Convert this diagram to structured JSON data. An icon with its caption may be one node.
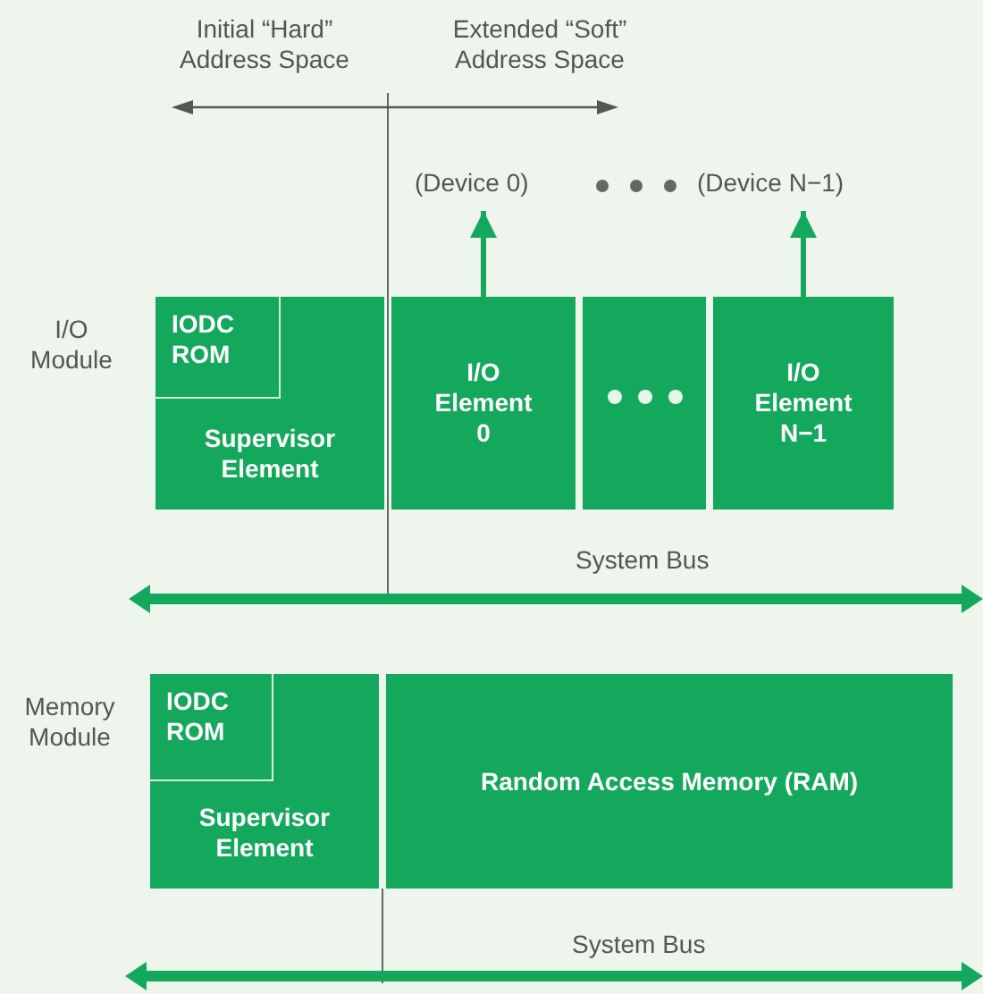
{
  "diagram": {
    "nodes": [
      {
        "text": [
          "Supervisor Element"
        ]
      },
      {
        "text": [
          "IODC ROM"
        ],
        "in": 0
      },
      {
        "text": [
          "I/O Element 0"
        ]
      },
      {
        "text": [],
        "shape": "box"
      },
      {
        "text": [
          "I/O Element N−1"
        ]
      },
      {
        "text": [
          "(Device 0)"
        ]
      },
      {
        "text": [
          "(Device N−1)"
        ]
      },
      {
        "text": [
          "System Bus"
        ]
      },
      {
        "text": [
          "Supervisor Element"
        ]
      },
      {
        "text": [
          "IODC ROM"
        ],
        "in": 8
      },
      {
        "text": [
          "Random Access Memory (RAM)"
        ]
      },
      {
        "text": [
          "System Bus"
        ]
      }
    ],
    "edges": [
      {
        "from": 2,
        "to": 5,
        "arrow": "to"
      },
      {
        "from": 4,
        "to": 6,
        "arrow": "to"
      }
    ],
    "labels": [
      "Initial “Hard” Address Space",
      "Extended “Soft” Address Space",
      "I/O Module",
      "Memory Module"
    ]
  }
}
